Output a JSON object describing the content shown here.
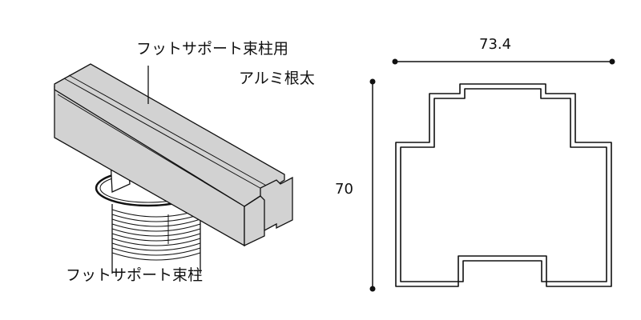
{
  "labels": {
    "joist": "フットサポート束柱用",
    "joist_line2": "アルミ根太",
    "post": "フットサポート束柱"
  },
  "dimensions": {
    "width": "73.4",
    "height": "70"
  },
  "colors": {
    "aluminum": "#d2d2d2",
    "line": "#111111"
  }
}
